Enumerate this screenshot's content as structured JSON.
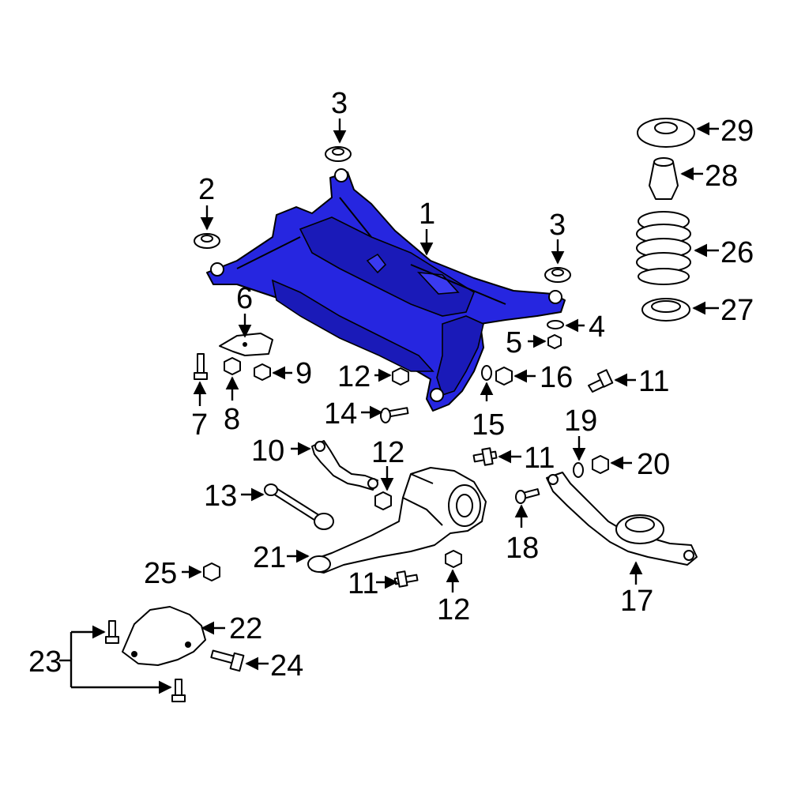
{
  "diagram": {
    "highlight_color": "#2626e0",
    "labels": [
      {
        "id": "l1",
        "text": "1"
      },
      {
        "id": "l2",
        "text": "2"
      },
      {
        "id": "l3a",
        "text": "3"
      },
      {
        "id": "l3b",
        "text": "3"
      },
      {
        "id": "l4",
        "text": "4"
      },
      {
        "id": "l5",
        "text": "5"
      },
      {
        "id": "l6",
        "text": "6"
      },
      {
        "id": "l7",
        "text": "7"
      },
      {
        "id": "l8",
        "text": "8"
      },
      {
        "id": "l9",
        "text": "9"
      },
      {
        "id": "l10",
        "text": "10"
      },
      {
        "id": "l11a",
        "text": "11"
      },
      {
        "id": "l11b",
        "text": "11"
      },
      {
        "id": "l11c",
        "text": "11"
      },
      {
        "id": "l12a",
        "text": "12"
      },
      {
        "id": "l12b",
        "text": "12"
      },
      {
        "id": "l12c",
        "text": "12"
      },
      {
        "id": "l13",
        "text": "13"
      },
      {
        "id": "l14",
        "text": "14"
      },
      {
        "id": "l15",
        "text": "15"
      },
      {
        "id": "l16",
        "text": "16"
      },
      {
        "id": "l17",
        "text": "17"
      },
      {
        "id": "l18",
        "text": "18"
      },
      {
        "id": "l19",
        "text": "19"
      },
      {
        "id": "l20",
        "text": "20"
      },
      {
        "id": "l21",
        "text": "21"
      },
      {
        "id": "l22",
        "text": "22"
      },
      {
        "id": "l23",
        "text": "23"
      },
      {
        "id": "l24",
        "text": "24"
      },
      {
        "id": "l25",
        "text": "25"
      },
      {
        "id": "l26",
        "text": "26"
      },
      {
        "id": "l27",
        "text": "27"
      },
      {
        "id": "l28",
        "text": "28"
      },
      {
        "id": "l29",
        "text": "29"
      }
    ]
  }
}
